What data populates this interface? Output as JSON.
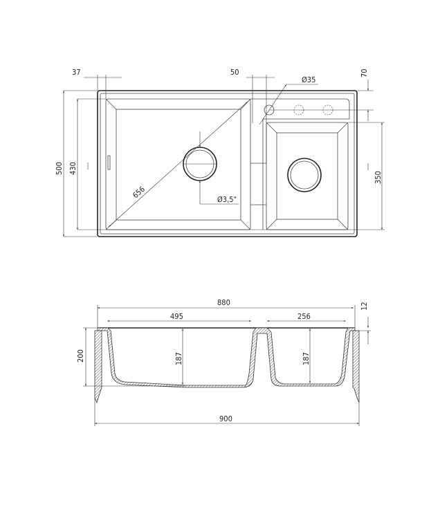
{
  "top_view": {
    "dims": {
      "edge_offset": "37",
      "tap_offset": "50",
      "tap_hole_diameter": "Ø35",
      "tap_depth": "70",
      "overall_depth": "500",
      "left_bowl_depth": "430",
      "right_bowl_depth": "350",
      "diagonal": "656",
      "drain_diameter": "Ø3,5\""
    }
  },
  "section_view": {
    "dims": {
      "top_width": "880",
      "left_bowl_width": "495",
      "right_bowl_width": "256",
      "rim_thickness": "12",
      "overall_height": "200",
      "left_bowl_height": "187",
      "right_bowl_height": "187",
      "overall_width": "900"
    }
  }
}
